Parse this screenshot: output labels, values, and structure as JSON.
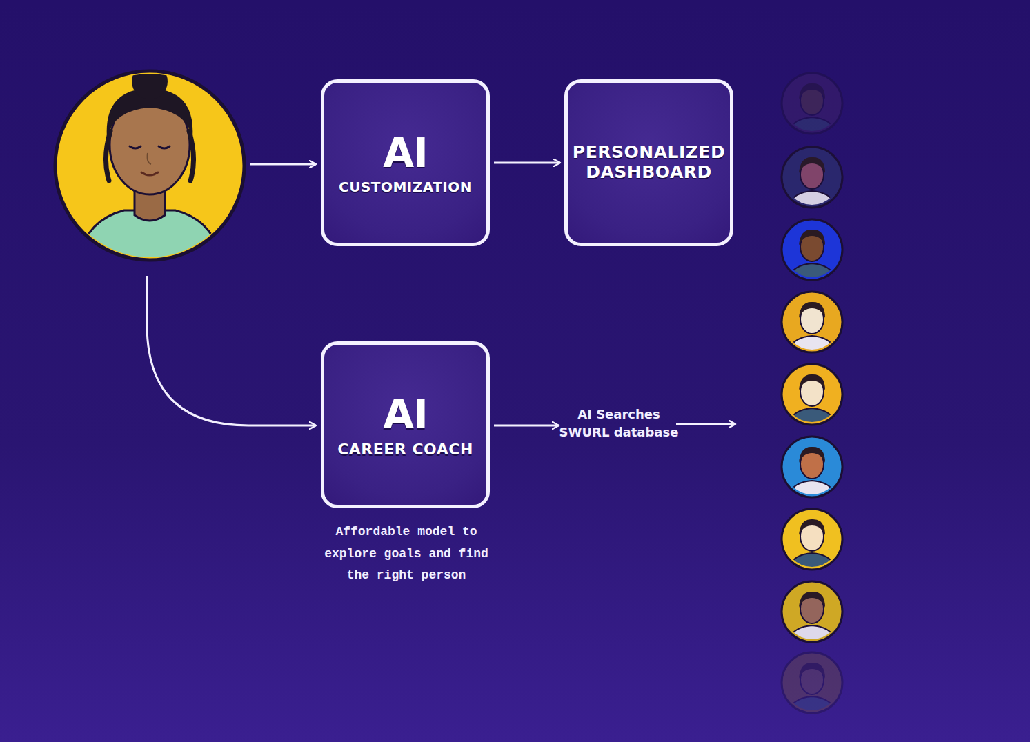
{
  "diagram": {
    "nodes": [
      {
        "text": [
          "AI",
          "CUSTOMIZATION"
        ]
      },
      {
        "text": [
          "PERSONALIZED DASHBOARD"
        ]
      },
      {
        "text": [
          "AI",
          "CAREER COACH"
        ]
      }
    ],
    "edges": [
      {
        "from": 0,
        "to": 1,
        "arrow": "to"
      }
    ],
    "labels": [
      "AI Searches SWURL database",
      "Affordable model to explore goals and find the right person"
    ]
  }
}
